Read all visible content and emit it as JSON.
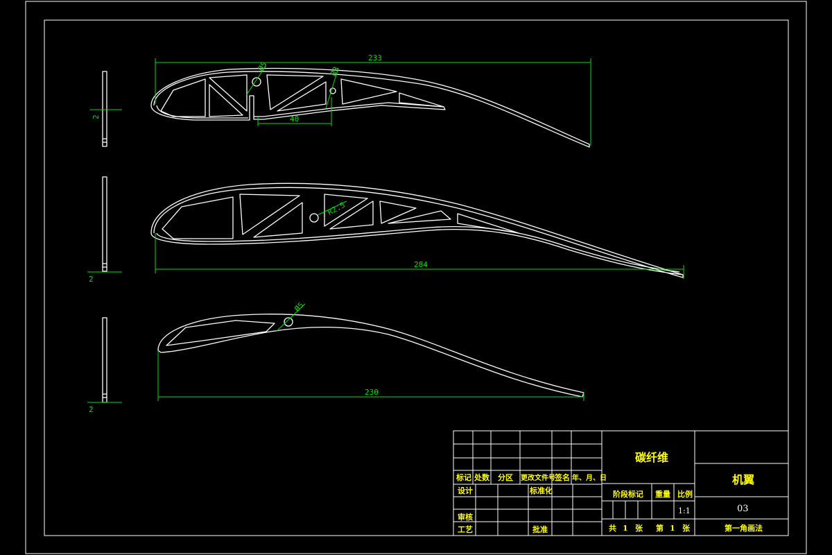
{
  "dimensions": {
    "top_length": "233",
    "top_web_gap": "40",
    "top_hole_1": "Ø5",
    "top_hole_2": "Ø3",
    "middle_length": "284",
    "middle_hole": "R2.5",
    "bottom_length": "230",
    "bottom_hole": "Ø5",
    "thickness_1": "2",
    "thickness_2": "2",
    "thickness_3": "2"
  },
  "title_block": {
    "material": "碳纤维",
    "part_name": "机翼",
    "drawing_no": "03",
    "projection": "第一角画法",
    "scale": "1:1",
    "row_labels": [
      "标记",
      "处数",
      "分区",
      "更改文件号",
      "签名",
      "年、月、日"
    ],
    "design": "设计",
    "standardization": "标准化",
    "review": "审核",
    "process": "工艺",
    "approve": "批准",
    "stage_mark": "阶段标记",
    "weight": "重量",
    "scale_label": "比例",
    "total": "共",
    "total_count": "1",
    "sheet_unit_1": "张",
    "sheet": "第",
    "sheet_count": "1",
    "sheet_unit_2": "张"
  }
}
